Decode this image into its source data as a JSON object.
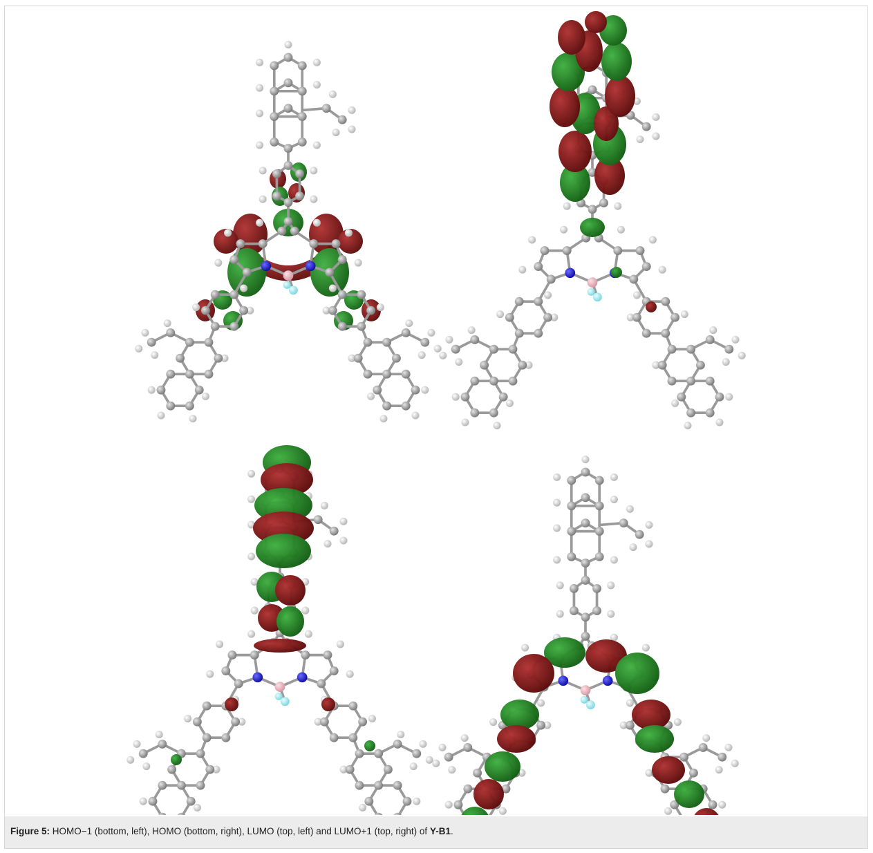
{
  "caption": {
    "label": "Figure 5:",
    "text_before": " HOMO−1 (bottom, left), HOMO (bottom, right), LUMO (top, left) and LUMO+1 (top, right) of ",
    "compound": "Y-B1",
    "text_after": "."
  },
  "colors": {
    "lobe_red": "#7a1010",
    "lobe_green": "#1f7a1f",
    "carbon": "#8f8f8f",
    "hydrogen": "#d4d4d4",
    "nitrogen": "#1f24c8",
    "boron": "#e8a8b0",
    "fluorine": "#9fe6ee"
  }
}
